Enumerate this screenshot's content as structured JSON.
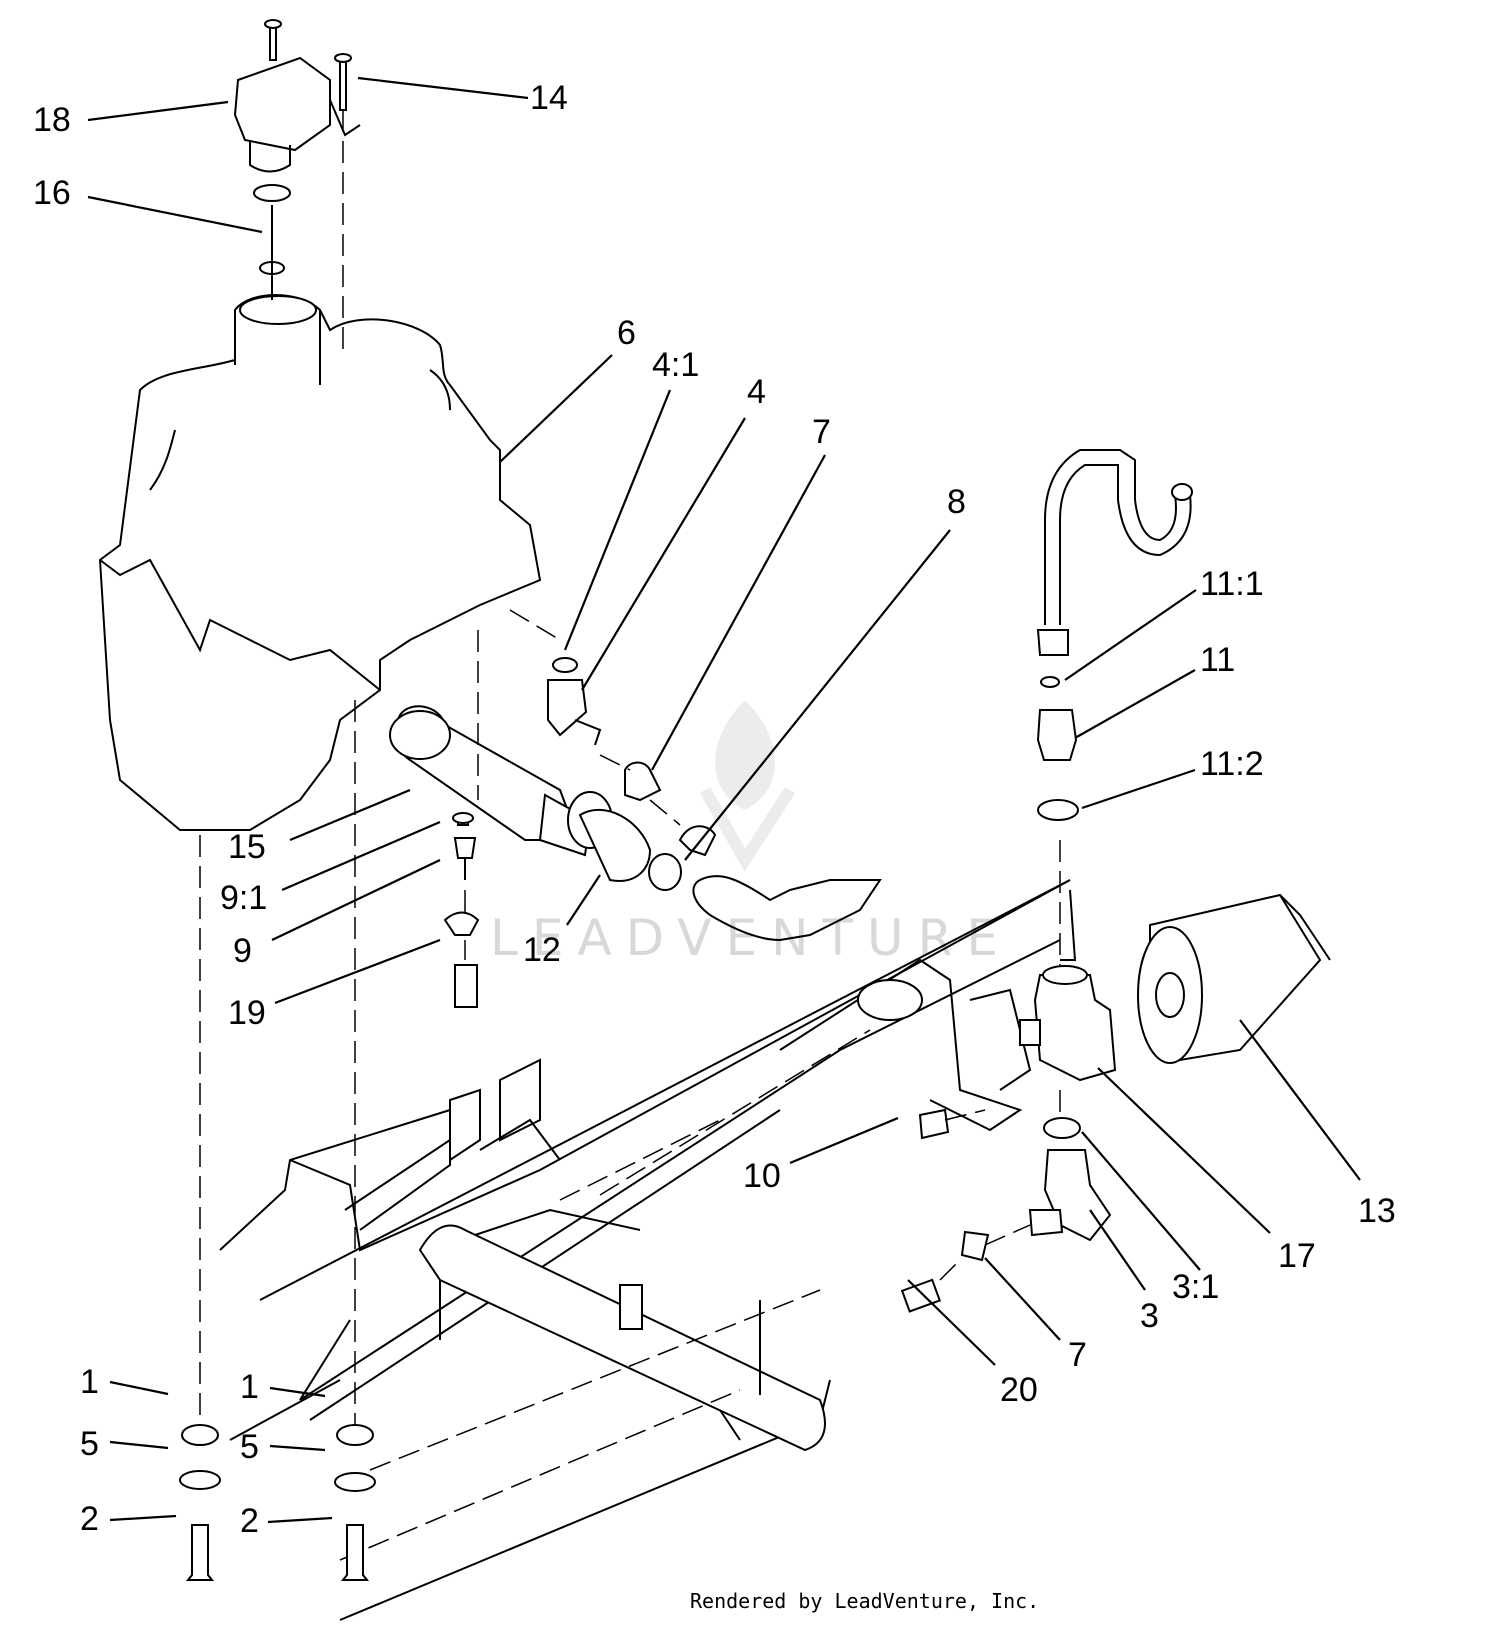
{
  "diagram": {
    "credit": "Rendered by LeadVenture, Inc.",
    "watermark": "LEADVENTURE",
    "callouts": {
      "c18": "18",
      "c14": "14",
      "c16": "16",
      "c6": "6",
      "c41": "4:1",
      "c4": "4",
      "c7a": "7",
      "c8": "8",
      "c111": "11:1",
      "c11": "11",
      "c112": "11:2",
      "c15": "15",
      "c91": "9:1",
      "c9": "9",
      "c19": "19",
      "c12": "12",
      "c10": "10",
      "c13": "13",
      "c17": "17",
      "c31": "3:1",
      "c3": "3",
      "c7b": "7",
      "c20": "20",
      "c1a": "1",
      "c5a": "5",
      "c2a": "2",
      "c1b": "1",
      "c5b": "5",
      "c2b": "2"
    }
  }
}
